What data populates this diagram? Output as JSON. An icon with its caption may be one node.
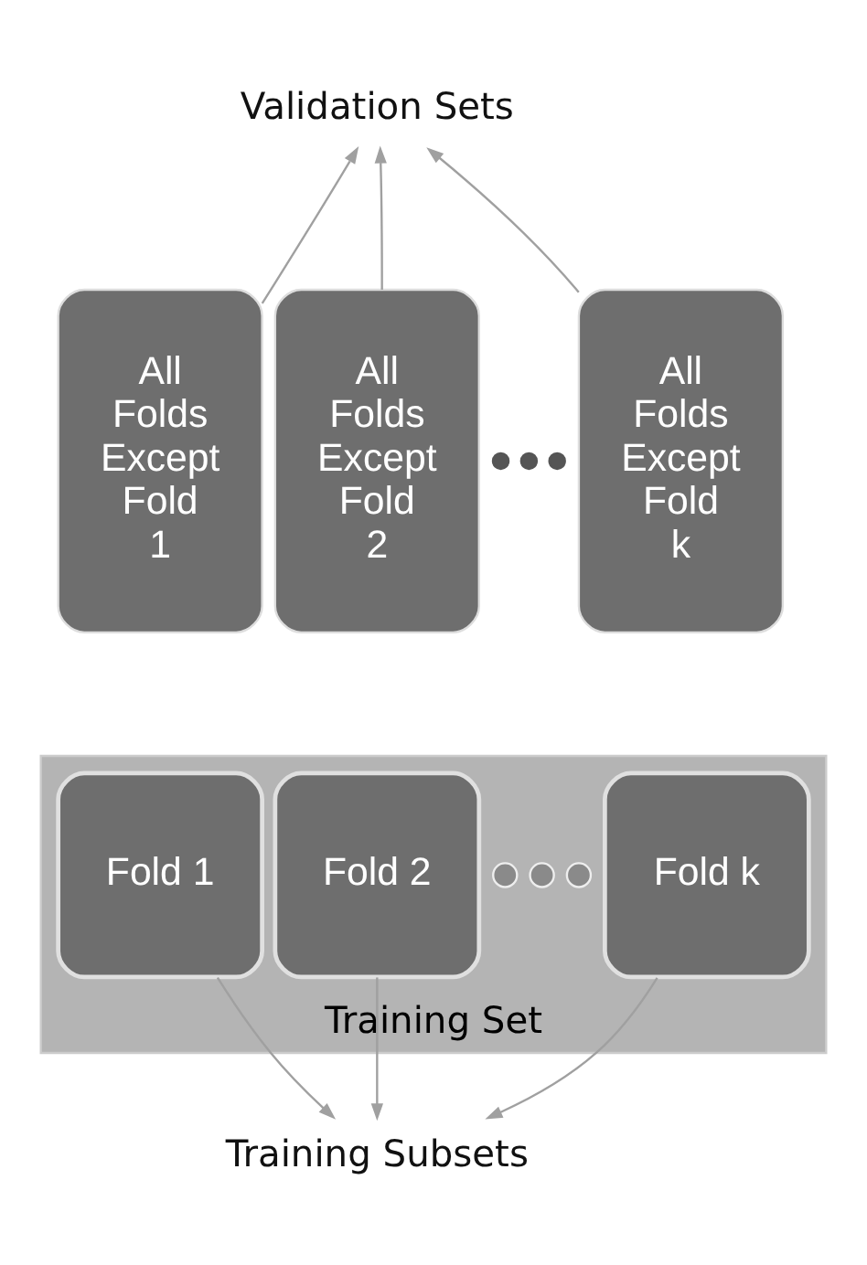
{
  "diagram": {
    "nodes": [
      {
        "text": [
          "Validation Sets"
        ]
      },
      {
        "text": [
          "All Folds Except Fold 1"
        ]
      },
      {
        "text": [
          "All Folds Except Fold 2"
        ]
      },
      {
        "text": [
          "All Folds Except Fold k"
        ]
      },
      {
        "text": [
          "Training Set"
        ]
      },
      {
        "text": [
          "Fold 1"
        ],
        "in": 4
      },
      {
        "text": [
          "Fold 2"
        ],
        "in": 4
      },
      {
        "text": [
          "Fold k"
        ],
        "in": 4
      },
      {
        "text": [
          "Training Subsets"
        ]
      }
    ],
    "edges": [
      {
        "from": 1,
        "to": 0,
        "arrow": "to"
      },
      {
        "from": 2,
        "to": 0,
        "arrow": "to"
      },
      {
        "from": 3,
        "to": 0,
        "arrow": "to"
      },
      {
        "from": 5,
        "to": 8,
        "arrow": "to"
      },
      {
        "from": 6,
        "to": 8,
        "arrow": "to"
      },
      {
        "from": 7,
        "to": 8,
        "arrow": "to"
      }
    ]
  }
}
